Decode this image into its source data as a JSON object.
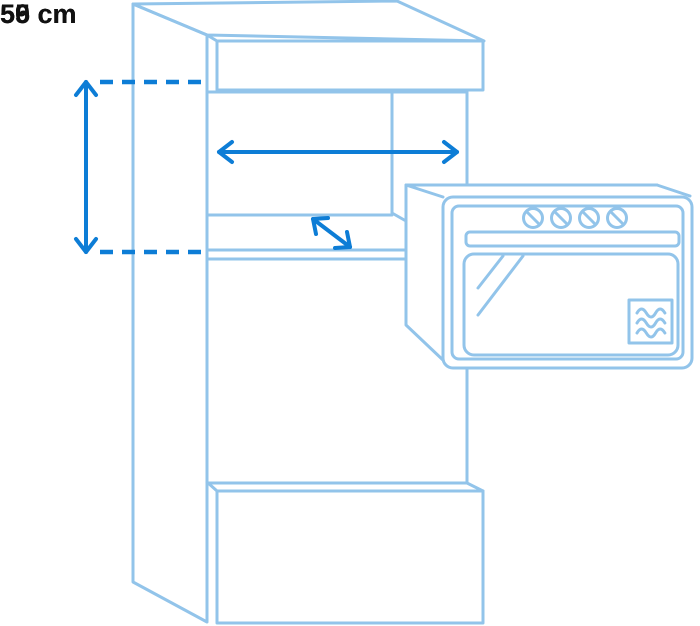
{
  "diagram": {
    "type": "appliance-installation-dimension-diagram",
    "dimensions": {
      "height": {
        "label": "59 cm",
        "orientation": "vertical"
      },
      "width": {
        "label": "56 cm",
        "orientation": "horizontal"
      },
      "depth": {
        "label": "55 cm",
        "orientation": "diagonal"
      }
    },
    "icons": {
      "oven_knob": "crossed-circle-knob-icon",
      "microwave_symbol": "wavy-lines-square-icon"
    },
    "colors": {
      "outline": "#92C4EA",
      "dimension": "#0D7DD6",
      "label_text": "#111111",
      "background": "#FFFFFF"
    }
  }
}
